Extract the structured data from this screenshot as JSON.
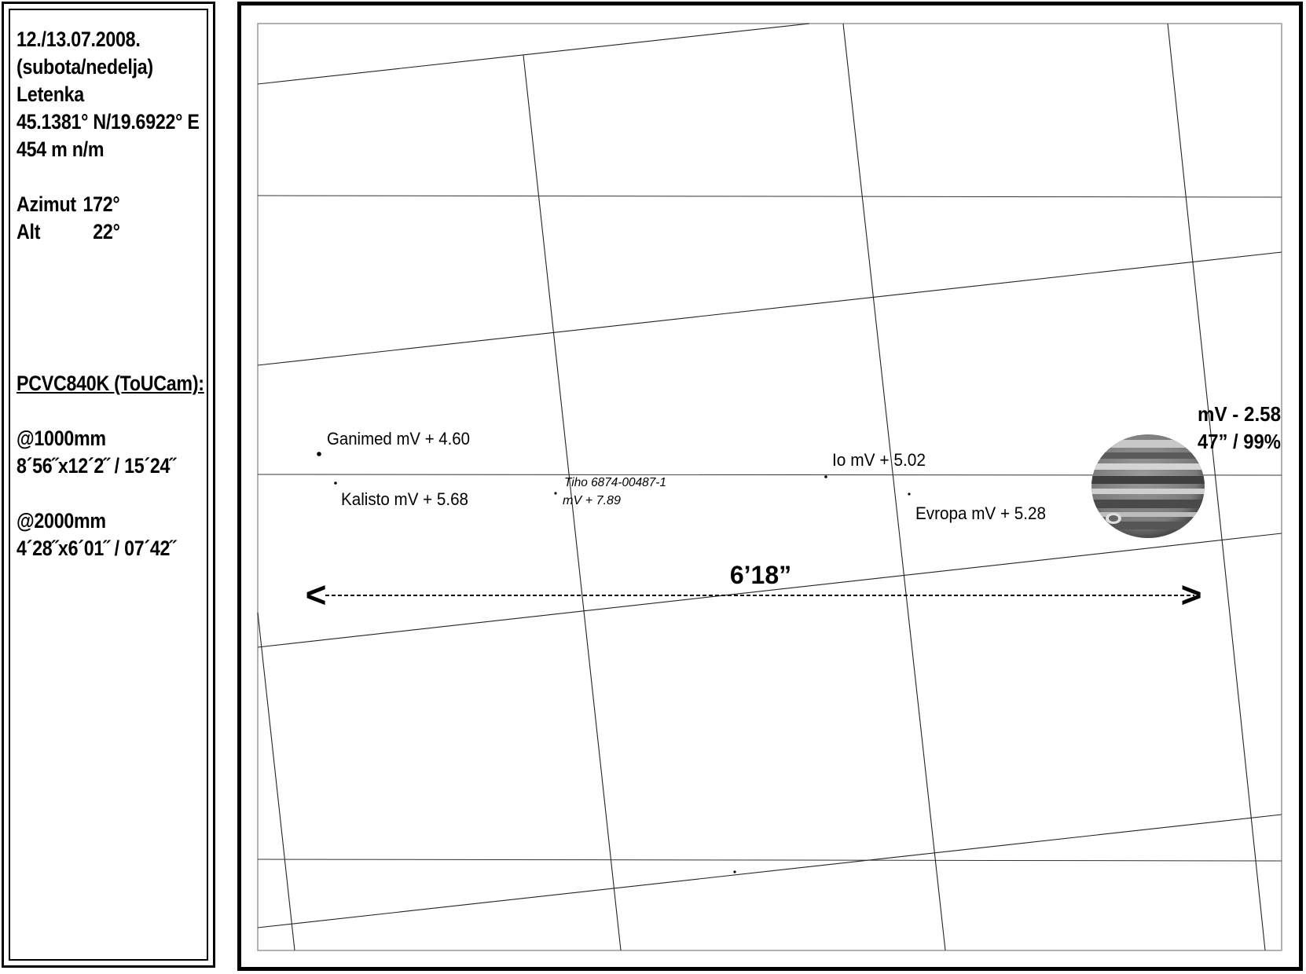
{
  "info_panel": {
    "date": "12./13.07.2008.",
    "weekday": "(subota/nedelja)",
    "location": "Letenka",
    "coordinates": "45.1381° N/19.6922° E",
    "elevation": "454 m n/m",
    "azimuth_label": "Azimut",
    "azimuth_value": "172°",
    "altitude_label": "Alt",
    "altitude_value": "22°",
    "camera": "PCVC840K (ToUCam):",
    "focal_1": "@1000mm",
    "fov_1": "8´56˝x12´2˝ / 15´24˝",
    "focal_2": "@2000mm",
    "fov_2": "4´28˝x6´01˝ / 07´42˝"
  },
  "chart": {
    "jupiter_mag": "mV - 2.58",
    "jupiter_size": "47” / 99%",
    "scale_label": "6’18”",
    "arrow_left": "<",
    "arrow_right": ">",
    "objects": [
      {
        "name": "Ganimed",
        "label": "Ganimed mV + 4.60"
      },
      {
        "name": "Kalisto",
        "label": "Kalisto mV + 5.68"
      },
      {
        "name": "Tiho",
        "label": "Tiho 6874-00487-1",
        "label2": "mV + 7.89"
      },
      {
        "name": "Io",
        "label": "Io mV + 5.02"
      },
      {
        "name": "Evropa",
        "label": "Evropa mV + 5.28"
      }
    ]
  }
}
